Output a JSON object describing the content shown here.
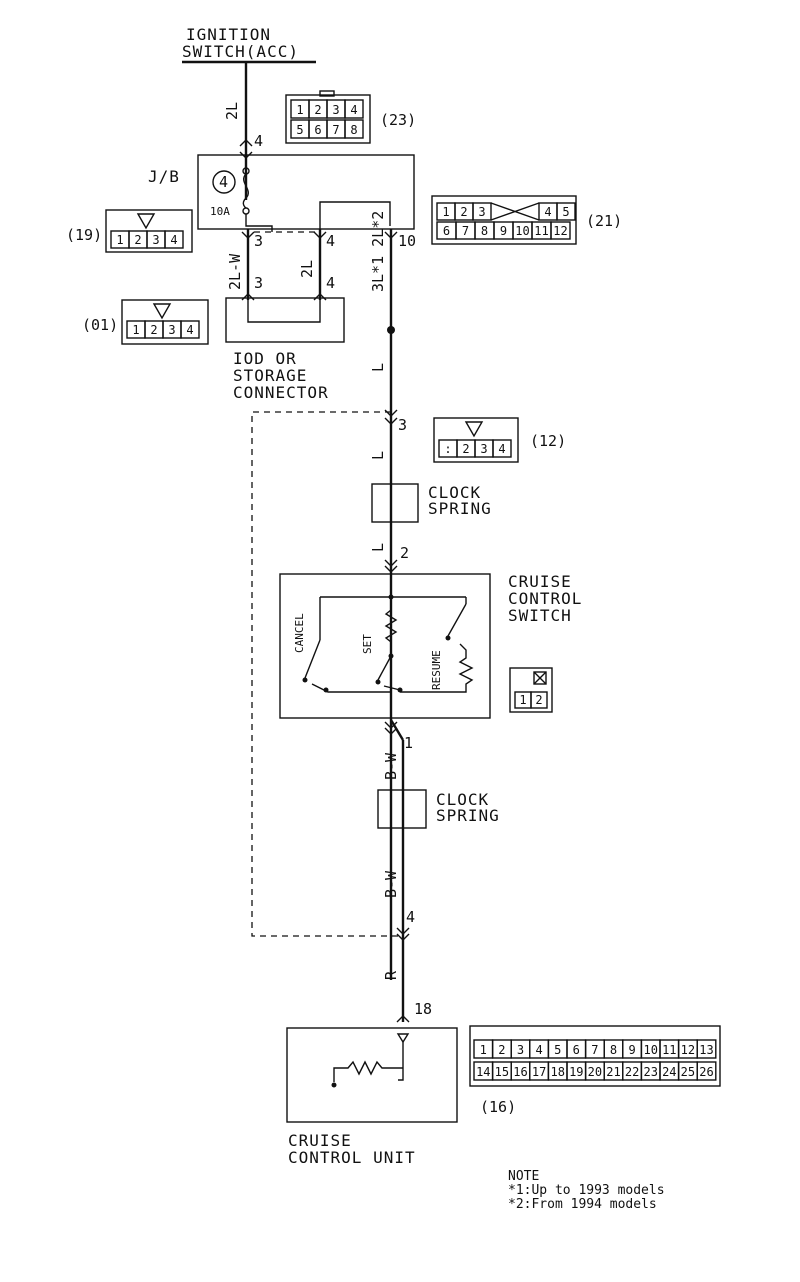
{
  "labels": {
    "ignition_1": "IGNITION",
    "ignition_2": "SWITCH(ACC)",
    "jb": "J/B",
    "fuse_no": "4",
    "fuse_amp": "10A",
    "iod_1": "IOD OR",
    "iod_2": "STORAGE",
    "iod_3": "CONNECTOR",
    "clock_1": "CLOCK",
    "clock_2": "SPRING",
    "cruise_sw_1": "CRUISE",
    "cruise_sw_2": "CONTROL",
    "cruise_sw_3": "SWITCH",
    "cancel": "CANCEL",
    "set": "SET",
    "resume": "RESUME",
    "cruise_unit_1": "CRUISE",
    "cruise_unit_2": "CONTROL UNIT"
  },
  "wires": {
    "top": "2L",
    "jb_left": "2L-W",
    "jb_mid": "2L",
    "jb_right": "3L*1 2L*2",
    "l_1": "L",
    "l_2": "L",
    "l_3": "L",
    "bw_1": "B-W",
    "bw_2": "B-W",
    "r": "R"
  },
  "pins": {
    "p4_top": "4",
    "p3_jb": "3",
    "p4_jb": "4",
    "p10_jb": "10",
    "p3_iod": "3",
    "p4_iod": "4",
    "p3_clock": "3",
    "p2_clock": "2",
    "p1_switch": "1",
    "p4_unit": "4",
    "p18_unit": "18"
  },
  "connectors": {
    "c23": {
      "ref": "(23)",
      "row1": [
        "1",
        "2",
        "3",
        "4"
      ],
      "row2": [
        "5",
        "6",
        "7",
        "8"
      ]
    },
    "c19": {
      "ref": "(19)",
      "row1": [
        "1",
        "2",
        "3",
        "4"
      ]
    },
    "c21": {
      "ref": "(21)",
      "row1": [
        "1",
        "2",
        "3",
        "4",
        "5"
      ],
      "row2": [
        "6",
        "7",
        "8",
        "9",
        "10",
        "11",
        "12"
      ]
    },
    "c01": {
      "ref": "(01)",
      "row1": [
        "1",
        "2",
        "3",
        "4"
      ]
    },
    "c12": {
      "ref": "(12)",
      "row1": [
        ":",
        "2",
        "3",
        "4"
      ]
    },
    "csw": {
      "row1": [
        "1",
        "2"
      ]
    },
    "c16": {
      "ref": "(16)",
      "row1": [
        "1",
        "2",
        "3",
        "4",
        "5",
        "6",
        "7",
        "8",
        "9",
        "10",
        "11",
        "12",
        "13"
      ],
      "row2": [
        "14",
        "15",
        "16",
        "17",
        "18",
        "19",
        "20",
        "21",
        "22",
        "23",
        "24",
        "25",
        "26"
      ]
    }
  },
  "note": {
    "title": "NOTE",
    "line1": "*1:Up to 1993 models",
    "line2": "*2:From 1994 models"
  }
}
